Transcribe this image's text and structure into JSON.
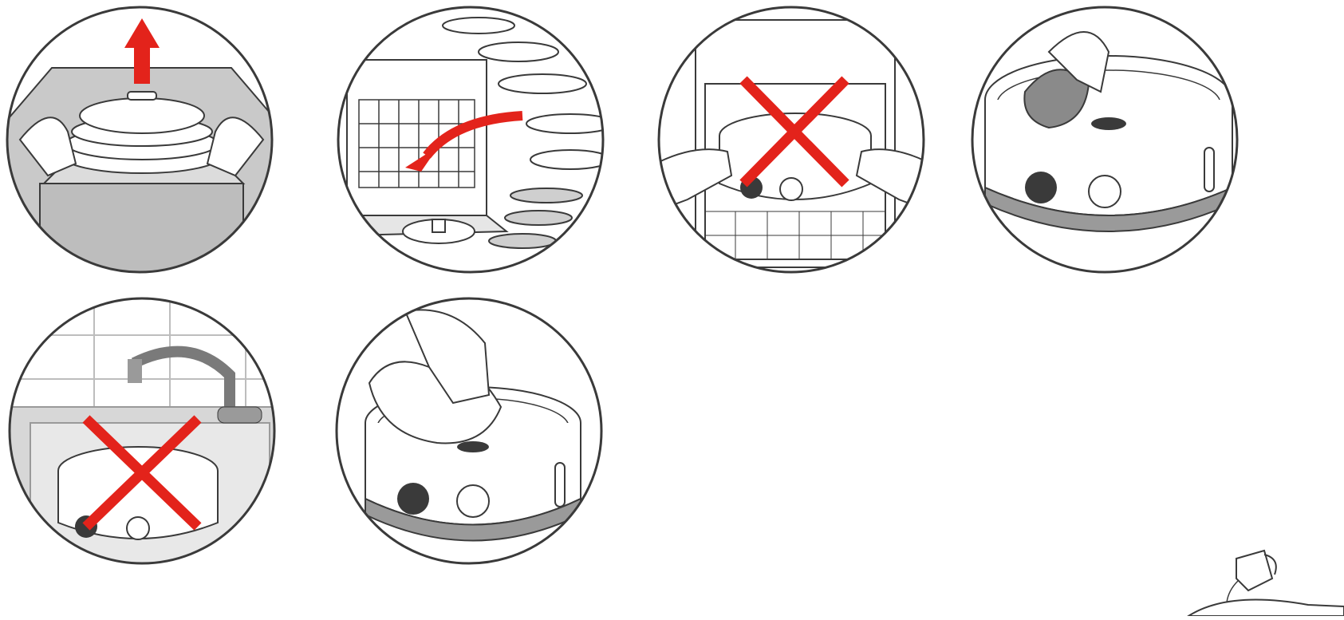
{
  "figure": {
    "panels": [
      {
        "id": 1,
        "scene": "unpack-steamer-from-box",
        "marker": "arrow-up",
        "marker_color": "#e3231b"
      },
      {
        "id": 2,
        "scene": "dishwasher-safe-parts",
        "marker": "curved-arrow",
        "marker_color": "#e3231b"
      },
      {
        "id": 3,
        "scene": "base-not-in-dishwasher",
        "marker": "cross",
        "marker_color": "#e3231b"
      },
      {
        "id": 4,
        "scene": "clean-reservoir-with-sponge",
        "marker": "none"
      },
      {
        "id": 5,
        "scene": "base-not-under-tap",
        "marker": "cross",
        "marker_color": "#e3231b"
      },
      {
        "id": 6,
        "scene": "wipe-base-with-cloth",
        "marker": "none"
      }
    ],
    "partial_panel": {
      "scene": "pour-water-jug",
      "marker": "none"
    }
  },
  "colors": {
    "stroke": "#3a3a3a",
    "accent_red": "#e3231b",
    "grey_fill": "#c9c9c9",
    "light_grey": "#e6e6e6"
  }
}
